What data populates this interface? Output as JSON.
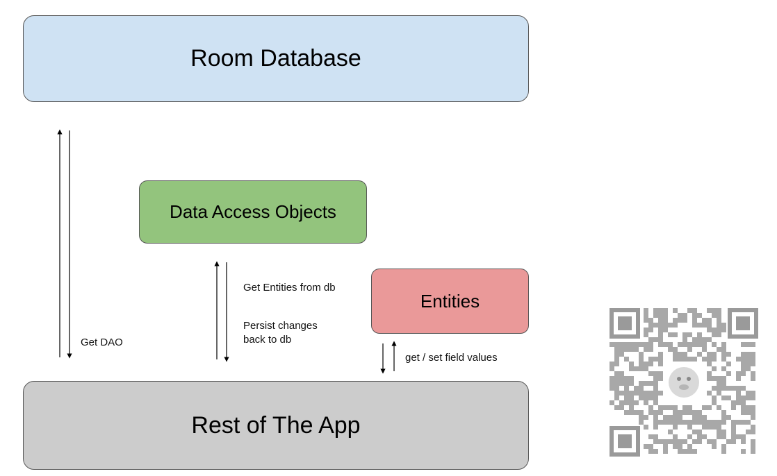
{
  "diagram": {
    "nodes": {
      "room_database": {
        "label": "Room Database",
        "fill": "#cfe2f3"
      },
      "data_access_objects": {
        "label": "Data Access Objects",
        "fill": "#93c47d"
      },
      "entities": {
        "label": "Entities",
        "fill": "#ea9999"
      },
      "rest_of_app": {
        "label": "Rest of The App",
        "fill": "#cccccc"
      }
    },
    "edges": {
      "get_dao": {
        "label": "Get DAO",
        "from": "room_database",
        "to": "rest_of_app"
      },
      "get_entities": {
        "label": "Get Entities from db",
        "from": "data_access_objects",
        "to": "rest_of_app"
      },
      "persist_changes": {
        "label": "Persist changes back to db",
        "from": "rest_of_app",
        "to": "data_access_objects"
      },
      "get_set_fields": {
        "label": "get / set field values",
        "from": "entities",
        "to": "rest_of_app"
      }
    },
    "colors": {
      "border": "#555555",
      "arrow": "#000000"
    }
  },
  "qr_code": {
    "icon": "qr-code-icon"
  }
}
